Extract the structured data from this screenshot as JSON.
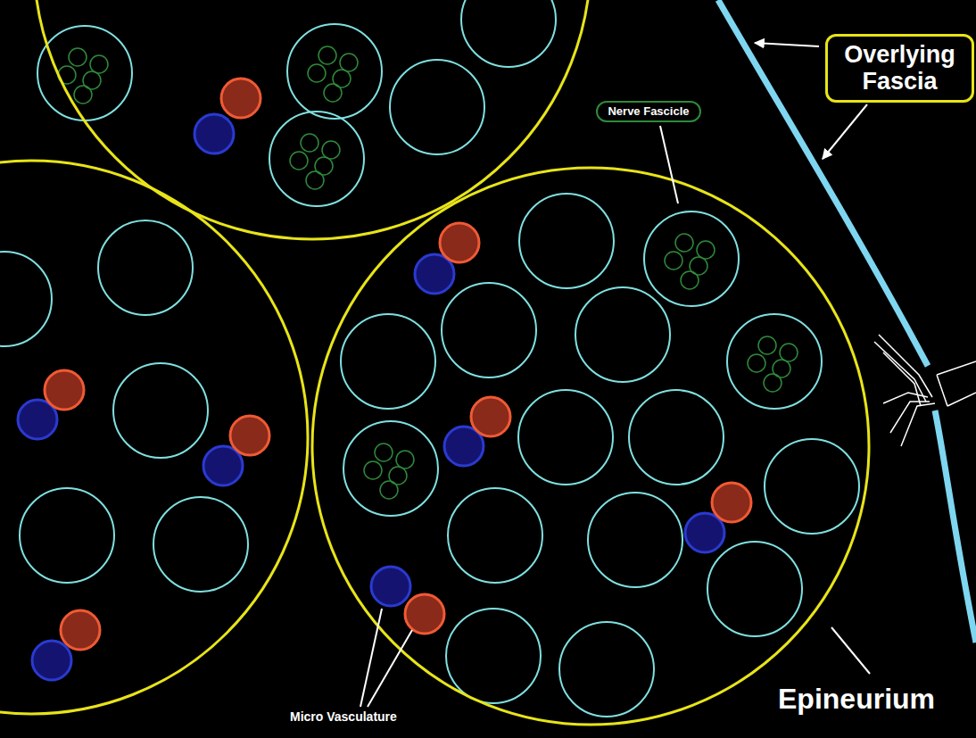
{
  "diagram": {
    "nodes": [
      {
        "text": [
          "Overlying Fascia"
        ]
      },
      {
        "text": [
          "Nerve Fascicle"
        ]
      }
    ],
    "labels": [
      "Epineurium",
      "Micro Vasculature"
    ]
  }
}
